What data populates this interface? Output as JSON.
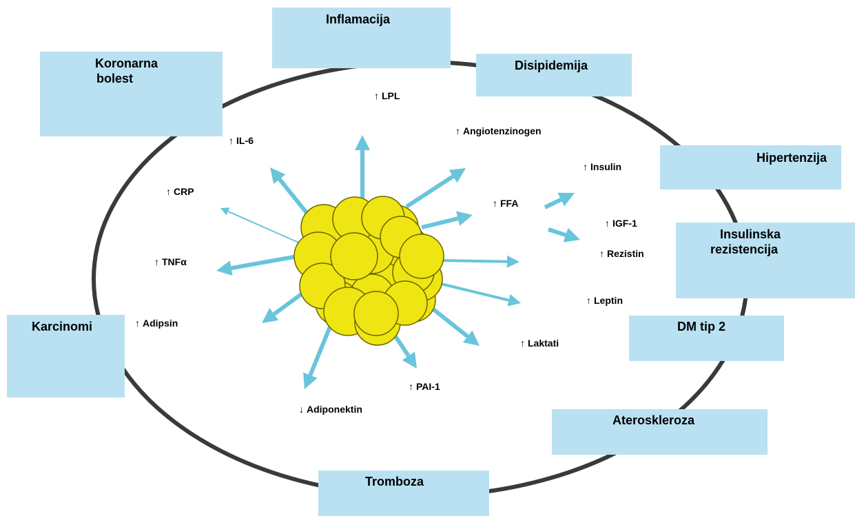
{
  "colors": {
    "box_fill": "#b9e1f1",
    "arrow": "#68c5db",
    "ellipse_stroke": "#3a3a3a",
    "cell_fill": "#eee512",
    "cell_stroke": "#6b6400"
  },
  "boxes": {
    "inflamacija": "Inflamacija",
    "koronarna_l1": "Koronarna",
    "koronarna_l2": "bolest",
    "disipidemija": "Disipidemija",
    "hipertenzija": "Hipertenzija",
    "insulinska_l1": "Insulinska",
    "insulinska_l2": "rezistencija",
    "dm_tip2": "DM tip 2",
    "karcinomi": "Karcinomi",
    "ateroskleroza": "Ateroskleroza",
    "tromboza": "Tromboza"
  },
  "factors": {
    "lpl": {
      "arrow": "↑",
      "label": "LPL"
    },
    "angiotenzinogen": {
      "arrow": "↑",
      "label": "Angiotenzinogen"
    },
    "il6": {
      "arrow": "↑",
      "label": "IL-6"
    },
    "insulin": {
      "arrow": "↑",
      "label": "Insulin"
    },
    "crp": {
      "arrow": "↑",
      "label": "CRP"
    },
    "ffa": {
      "arrow": "↑",
      "label": "FFA"
    },
    "igf1": {
      "arrow": "↑",
      "label": "IGF-1"
    },
    "rezistin": {
      "arrow": "↑",
      "label": "Rezistin"
    },
    "tnf": {
      "arrow": "↑",
      "label": "TNFα"
    },
    "leptin": {
      "arrow": "↑",
      "label": "Leptin"
    },
    "adipsin": {
      "arrow": "↑",
      "label": "Adipsin"
    },
    "laktati": {
      "arrow": "↑",
      "label": "Laktati"
    },
    "pai1": {
      "arrow": "↑",
      "label": "PAI-1"
    },
    "adiponektin": {
      "arrow": "↓",
      "label": "Adiponektin"
    }
  }
}
